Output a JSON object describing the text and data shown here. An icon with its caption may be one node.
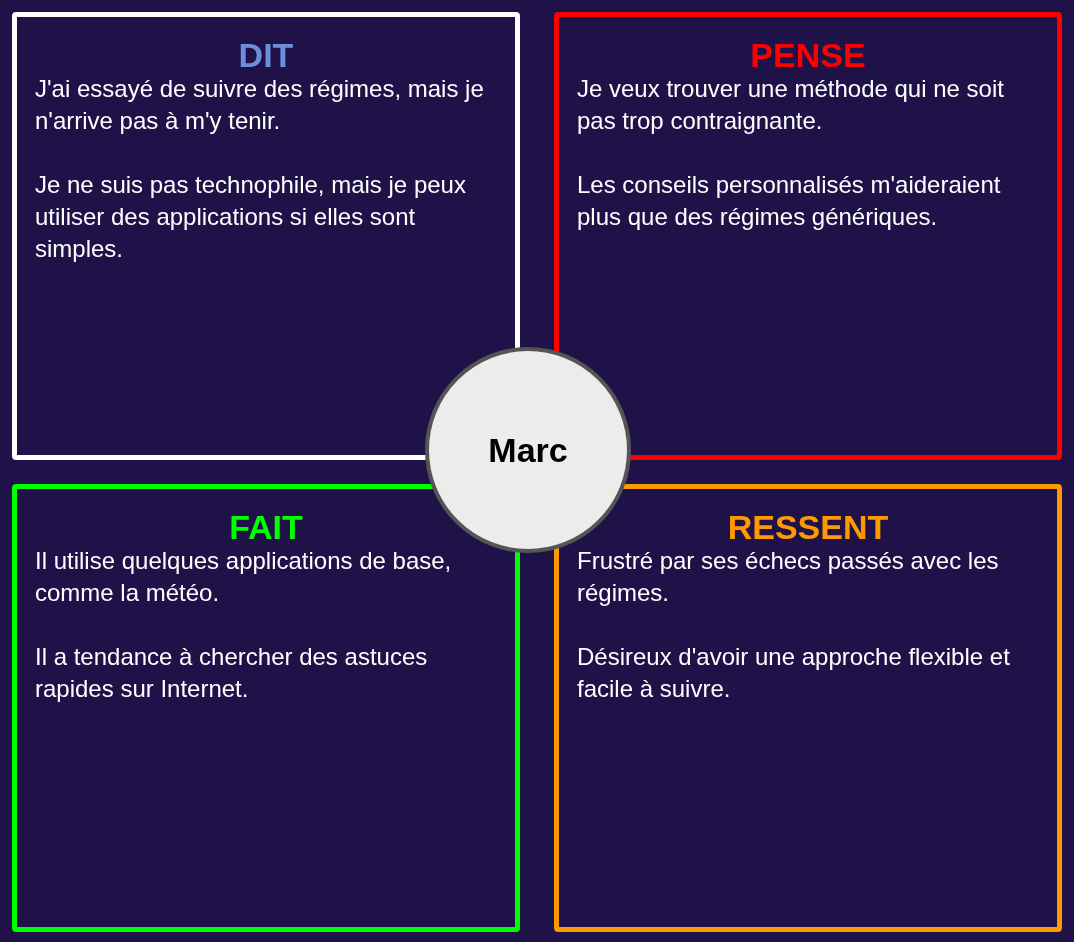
{
  "diagram": {
    "nodes": [
      {
        "text": [
          "DIT",
          "J'ai essayé de suivre des régimes, mais je n'arrive pas à m'y tenir.",
          "Je ne suis pas technophile, mais je peux utiliser des applications si elles sont simples."
        ]
      },
      {
        "text": [
          "PENSE",
          "Je veux trouver une méthode qui ne soit pas trop contraignante.",
          "Les conseils personnalisés m'aideraient plus que des régimes génériques."
        ]
      },
      {
        "text": [
          "FAIT",
          "Il utilise quelques applications de base, comme la météo.",
          "Il a tendance à chercher des astuces rapides sur Internet."
        ]
      },
      {
        "text": [
          "RESSENT",
          "Frustré par ses échecs passés avec les régimes.",
          "Désireux d'avoir une approche flexible et facile à suivre."
        ]
      },
      {
        "text": [
          "Marc"
        ]
      }
    ]
  }
}
